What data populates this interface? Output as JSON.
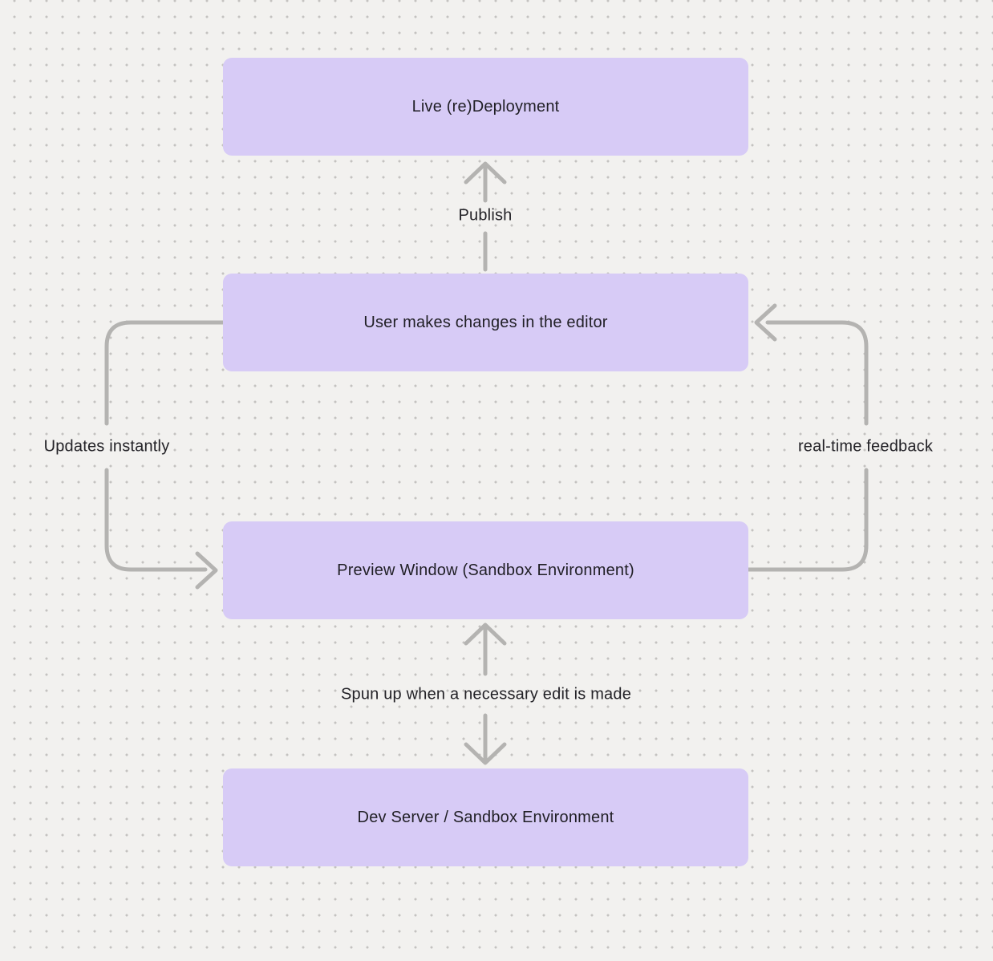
{
  "canvas": {
    "background_color": "#f2f1ef",
    "dot_color": "#c4c2c0"
  },
  "colors": {
    "node_fill": "#d7cbf6",
    "node_text": "#201f25",
    "label_text": "#232227",
    "arrow": "#b4b3b1"
  },
  "diagram": {
    "type": "flowchart",
    "nodes": [
      {
        "id": "live-redeployment",
        "label": "Live (re)Deployment"
      },
      {
        "id": "user-editor-changes",
        "label": "User makes changes in the editor"
      },
      {
        "id": "preview-window",
        "label": "Preview Window (Sandbox Environment)"
      },
      {
        "id": "dev-server",
        "label": "Dev Server / Sandbox Environment"
      }
    ],
    "edges": [
      {
        "id": "publish",
        "label": "Publish",
        "from": "user-editor-changes",
        "to": "live-redeployment",
        "direction": "up"
      },
      {
        "id": "updates-instantly",
        "label": "Updates instantly",
        "from": "user-editor-changes",
        "to": "preview-window",
        "direction": "left-loop-down"
      },
      {
        "id": "real-time-feedback",
        "label": "real-time feedback",
        "from": "preview-window",
        "to": "user-editor-changes",
        "direction": "right-loop-up"
      },
      {
        "id": "spun-up",
        "label": "Spun up when a necessary edit is made",
        "from": "preview-window",
        "to": "dev-server",
        "direction": "bidirectional"
      }
    ]
  }
}
